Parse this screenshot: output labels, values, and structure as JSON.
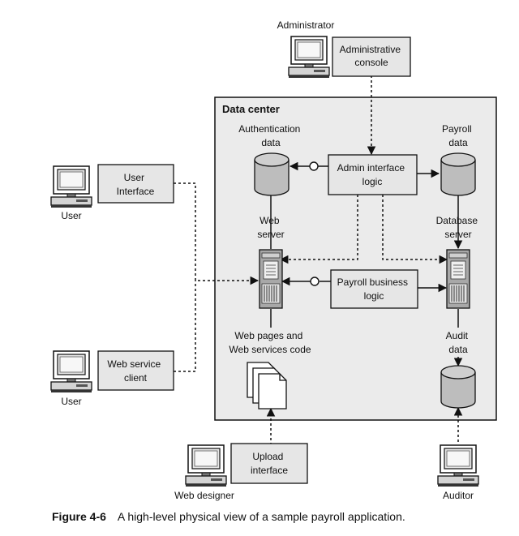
{
  "actors": {
    "administrator": "Administrator",
    "user_top": "User",
    "user_bottom": "User",
    "web_designer": "Web designer",
    "auditor": "Auditor"
  },
  "boxes": {
    "admin_console": [
      "Administrative",
      "console"
    ],
    "user_interface": [
      "User",
      "Interface"
    ],
    "web_service_client": [
      "Web service",
      "client"
    ],
    "upload_interface": [
      "Upload",
      "interface"
    ],
    "admin_interface_logic": [
      "Admin interface",
      "logic"
    ],
    "payroll_business_logic": [
      "Payroll business",
      "logic"
    ]
  },
  "data_center": {
    "title": "Data center",
    "authentication_data": [
      "Authentication",
      "data"
    ],
    "payroll_data": [
      "Payroll",
      "data"
    ],
    "web_server": [
      "Web",
      "server"
    ],
    "database_server": [
      "Database",
      "server"
    ],
    "web_pages": [
      "Web pages and",
      "Web services code"
    ],
    "audit_data": [
      "Audit",
      "data"
    ]
  },
  "caption": {
    "label": "Figure 4-6",
    "text": "A high-level physical view of a sample payroll application."
  },
  "colors": {
    "box_fill": "#e6e6e6",
    "data_center_fill": "#ebebeb",
    "cylinder_fill": "#bdbdbd",
    "server_fill": "#a8a8a8",
    "line": "#111111"
  }
}
